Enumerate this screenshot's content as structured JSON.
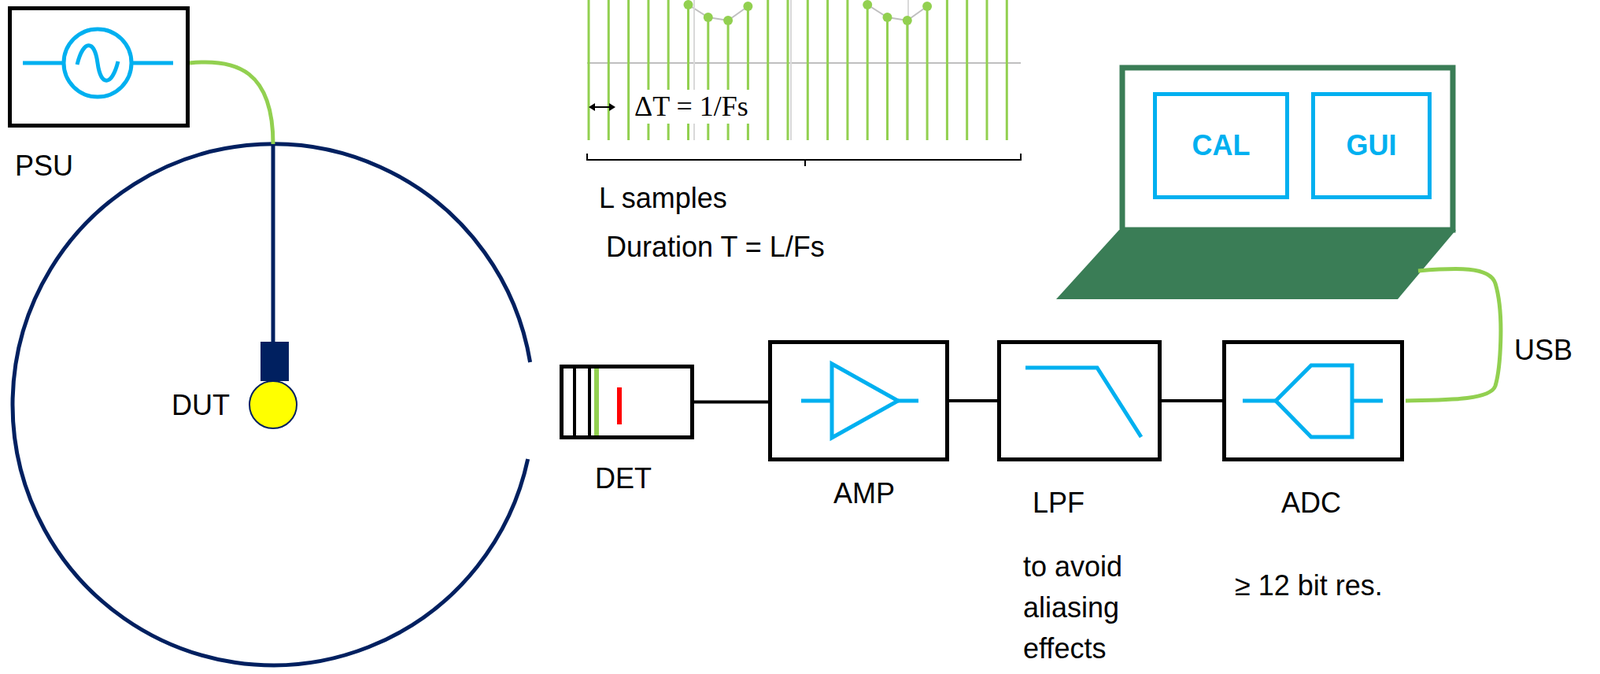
{
  "diagram": {
    "nodes": [
      {
        "text": [
          "PSU"
        ]
      },
      {
        "text": [
          "DUT"
        ]
      },
      {
        "text": [
          "DET"
        ]
      },
      {
        "text": [
          "AMP"
        ]
      },
      {
        "text": [
          "LPF"
        ]
      },
      {
        "text": [
          "ADC"
        ]
      },
      {
        "text": [
          "CAL"
        ]
      },
      {
        "text": [
          "GUI"
        ]
      }
    ],
    "edges": [
      {
        "from": 0,
        "to": 1,
        "arrow": "none"
      },
      {
        "from": 2,
        "to": 3,
        "arrow": "none"
      },
      {
        "from": 3,
        "to": 4,
        "arrow": "none"
      },
      {
        "from": 4,
        "to": 5,
        "arrow": "none"
      }
    ],
    "labels": [
      "ΔT = 1/Fs",
      "L samples",
      "Duration T = L/Fs",
      "to avoid aliasing effects",
      "≥ 12 bit res.",
      "USB"
    ]
  }
}
